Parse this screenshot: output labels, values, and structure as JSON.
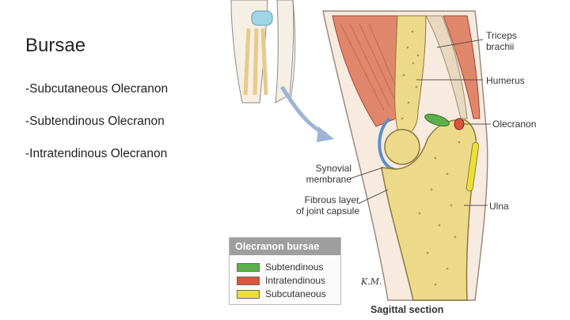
{
  "slide": {
    "title": "Bursae",
    "bullets": [
      "-Subcutaneous Olecranon",
      "-Subtendinous Olecranon",
      "-Intratendinous Olecranon"
    ]
  },
  "figure": {
    "labels": {
      "triceps_line1": "Triceps",
      "triceps_line2": "brachii",
      "humerus": "Humerus",
      "olecranon": "Olecranon",
      "synovial_line1": "Synovial",
      "synovial_line2": "membrane",
      "fibrous_line1": "Fibrous layer",
      "fibrous_line2": "of joint capsule",
      "ulna": "Ulna"
    },
    "legend": {
      "title": "Olecranon bursae",
      "items": [
        {
          "label": "Subtendinous",
          "color": "#5bb04a"
        },
        {
          "label": "Intratendinous",
          "color": "#d9573b"
        },
        {
          "label": "Subcutaneous",
          "color": "#ecdf3a"
        }
      ]
    },
    "caption": "Sagittal section",
    "signature": "K.M."
  }
}
